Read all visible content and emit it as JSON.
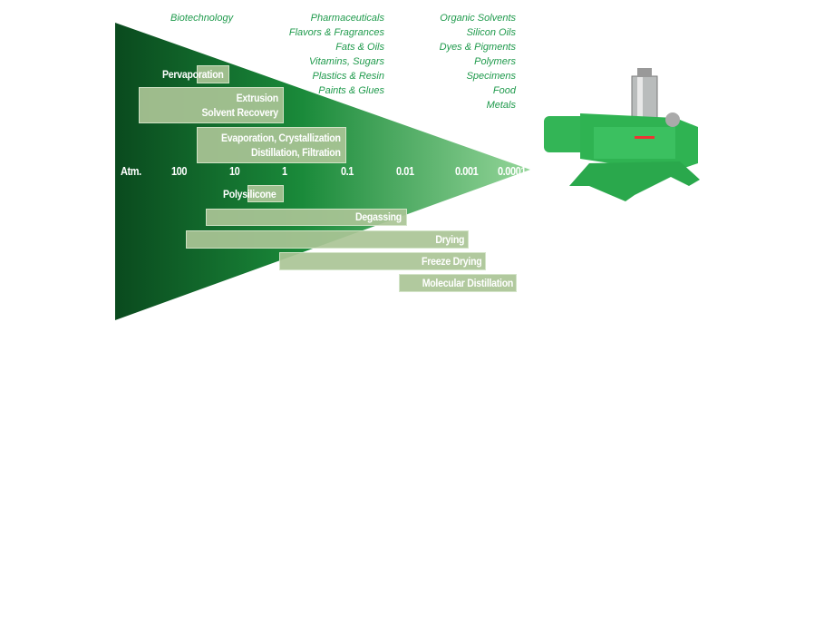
{
  "industries": {
    "col1": [
      "Biotechnology"
    ],
    "col2": [
      "Pharmaceuticals",
      "Flavors & Fragrances",
      "Fats & Oils",
      "Vitamins, Sugars",
      "Plastics & Resin",
      "Paints & Glues"
    ],
    "col3": [
      "Organic Solvents",
      "Silicon Oils",
      "Dyes & Pigments",
      "Polymers",
      "Specimens",
      "Food",
      "Metals"
    ]
  },
  "axis_ticks": [
    "Atm.",
    "100",
    "10",
    "1",
    "0.1",
    "0.01",
    "0.001",
    "0.0001"
  ],
  "processes": {
    "pervaporation": "Pervaporation",
    "extrusion": [
      "Extrusion",
      "Solvent Recovery"
    ],
    "evaporation": [
      "Evaporation, Crystallization",
      "Distillation, Filtration"
    ],
    "polysilicone": "Polysilicone",
    "degassing": "Degassing",
    "drying": "Drying",
    "freeze_drying": "Freeze Drying",
    "molecular_distillation": "Molecular Distillation"
  },
  "colors": {
    "dark_green": "#0a4a1e",
    "light_green": "#8fd392",
    "text_green": "#1f9a4c",
    "pump_green": "#2fb352"
  }
}
